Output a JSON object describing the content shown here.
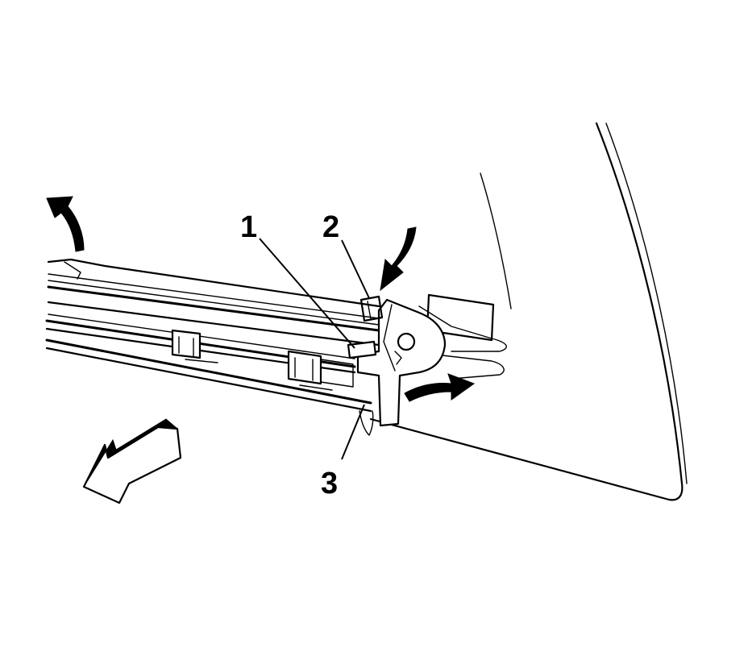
{
  "callouts": [
    {
      "id": "1",
      "label": "1"
    },
    {
      "id": "2",
      "label": "2"
    },
    {
      "id": "3",
      "label": "3"
    }
  ],
  "icons": {
    "arrows": [
      "curved-arrow-icon",
      "block-arrow-icon"
    ]
  },
  "colors": {
    "line": "#000000",
    "background": "#ffffff"
  }
}
